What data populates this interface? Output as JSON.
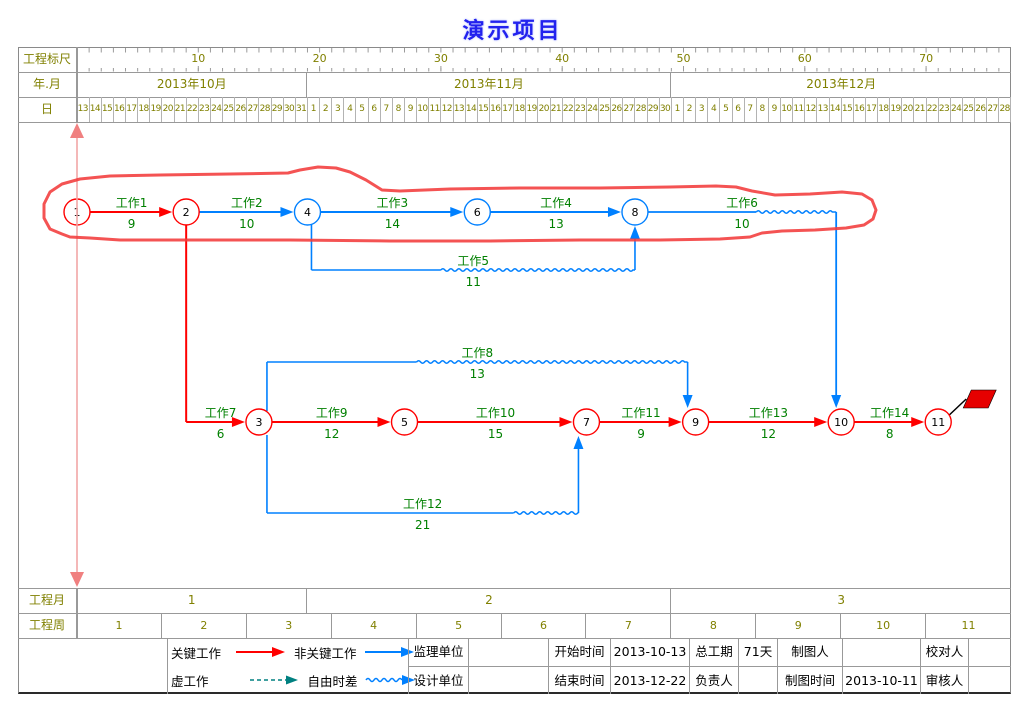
{
  "title": "演示项目",
  "header": {
    "ruler_label": "工程标尺",
    "ruler_ticks": [
      10,
      20,
      30,
      40,
      50,
      60,
      70
    ],
    "year_month_label": "年.月",
    "months": [
      {
        "label": "2013年10月",
        "days": [
          13,
          14,
          15,
          16,
          17,
          18,
          19,
          20,
          21,
          22,
          23,
          24,
          25,
          26,
          27,
          28,
          29,
          30,
          31
        ]
      },
      {
        "label": "2013年11月",
        "days": [
          1,
          2,
          3,
          4,
          5,
          6,
          7,
          8,
          9,
          10,
          11,
          12,
          13,
          14,
          15,
          16,
          17,
          18,
          19,
          20,
          21,
          22,
          23,
          24,
          25,
          26,
          27,
          28,
          29,
          30
        ]
      },
      {
        "label": "2013年12月",
        "days": [
          1,
          2,
          3,
          4,
          5,
          6,
          7,
          8,
          9,
          10,
          11,
          12,
          13,
          14,
          15,
          16,
          17,
          18,
          19,
          20,
          21,
          22,
          23,
          24,
          25,
          26,
          27,
          28
        ]
      }
    ],
    "day_label": "日"
  },
  "footer": {
    "project_month_label": "工程月",
    "project_months": [
      {
        "label": "1",
        "days": 19
      },
      {
        "label": "2",
        "days": 30
      },
      {
        "label": "3",
        "days": 28
      }
    ],
    "project_week_label": "工程周",
    "project_weeks": [
      "1",
      "2",
      "3",
      "4",
      "5",
      "6",
      "7",
      "8",
      "9",
      "10",
      "11"
    ]
  },
  "chart_data": {
    "type": "activity-on-arrow-network",
    "time_unit": "day",
    "start_date": "2013-10-13",
    "total_days": 77,
    "nodes": [
      {
        "id": 1,
        "day": 0,
        "row": "top",
        "critical": true
      },
      {
        "id": 2,
        "day": 9,
        "row": "top",
        "critical": true
      },
      {
        "id": 3,
        "day": 15,
        "row": "bottom",
        "critical": true
      },
      {
        "id": 4,
        "day": 19,
        "row": "top",
        "critical": false
      },
      {
        "id": 5,
        "day": 27,
        "row": "bottom",
        "critical": true
      },
      {
        "id": 6,
        "day": 33,
        "row": "top",
        "critical": false
      },
      {
        "id": 7,
        "day": 42,
        "row": "bottom",
        "critical": true
      },
      {
        "id": 8,
        "day": 46,
        "row": "top",
        "critical": false
      },
      {
        "id": 9,
        "day": 51,
        "row": "bottom",
        "critical": true
      },
      {
        "id": 10,
        "day": 63,
        "row": "bottom",
        "critical": true
      },
      {
        "id": 11,
        "day": 71,
        "row": "bottom",
        "critical": true,
        "finish_flag": true
      }
    ],
    "activities": [
      {
        "name": "工作1",
        "duration": 9,
        "from": 1,
        "to": 2,
        "style": "critical",
        "route": "straight"
      },
      {
        "name": "工作2",
        "duration": 10,
        "from": 2,
        "to": 4,
        "style": "noncritical",
        "route": "straight"
      },
      {
        "name": "工作3",
        "duration": 14,
        "from": 4,
        "to": 6,
        "style": "noncritical",
        "route": "straight"
      },
      {
        "name": "工作4",
        "duration": 13,
        "from": 6,
        "to": 8,
        "style": "noncritical",
        "route": "straight"
      },
      {
        "name": "工作5",
        "duration": 11,
        "from": 4,
        "to": 8,
        "style": "noncritical",
        "route": "loop-under-top"
      },
      {
        "name": "工作6",
        "duration": 10,
        "from": 8,
        "to": 10,
        "style": "noncritical",
        "route": "elbow-down"
      },
      {
        "name": "工作7",
        "duration": 6,
        "from": 2,
        "to": 3,
        "style": "critical",
        "route": "elbow-vh"
      },
      {
        "name": "工作8",
        "duration": 13,
        "from": 3,
        "to": 9,
        "style": "noncritical",
        "route": "arc-over"
      },
      {
        "name": "工作9",
        "duration": 12,
        "from": 3,
        "to": 5,
        "style": "critical",
        "route": "straight"
      },
      {
        "name": "工作10",
        "duration": 15,
        "from": 5,
        "to": 7,
        "style": "critical",
        "route": "straight"
      },
      {
        "name": "工作11",
        "duration": 9,
        "from": 7,
        "to": 9,
        "style": "critical",
        "route": "straight"
      },
      {
        "name": "工作12",
        "duration": 21,
        "from": 3,
        "to": 7,
        "style": "noncritical",
        "route": "arc-under"
      },
      {
        "name": "工作13",
        "duration": 12,
        "from": 9,
        "to": 10,
        "style": "critical",
        "route": "straight"
      },
      {
        "name": "工作14",
        "duration": 8,
        "from": 10,
        "to": 11,
        "style": "critical",
        "route": "straight"
      }
    ],
    "annotation": {
      "shape": "freehand-loop",
      "color": "#f23b3b",
      "note": "hand-drawn red loop around the top activity chain 工作1-工作6"
    }
  },
  "legend": {
    "critical_label": "关键工作",
    "noncritical_label": "非关键工作",
    "dummy_label": "虚工作",
    "free_float_label": "自由时差",
    "supervisor_label": "监理单位",
    "supervisor_value": "",
    "designer_label": "设计单位",
    "designer_value": "",
    "start_label": "开始时间",
    "start_value": "2013-10-13",
    "end_label": "结束时间",
    "end_value": "2013-12-22",
    "duration_label": "总工期",
    "duration_value": "71天",
    "manager_label": "负责人",
    "manager_value": "",
    "drafter_label": "制图人",
    "drafter_value": "",
    "draft_time_label": "制图时间",
    "draft_time_value": "2013-10-11",
    "checker_label": "校对人",
    "checker_value": "",
    "auditor_label": "审核人",
    "auditor_value": ""
  },
  "colors": {
    "critical": "#ff0000",
    "noncritical": "#0080ff",
    "dummy": "#008080",
    "activity_text": "#008000",
    "scale_text": "#808000",
    "grid": "#999999",
    "cursor": "#f08080",
    "annotation": "#f23b3b",
    "flag": "#e60000"
  }
}
